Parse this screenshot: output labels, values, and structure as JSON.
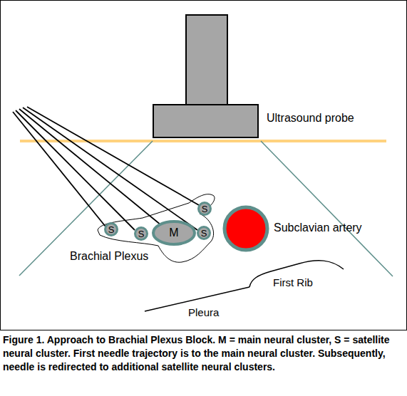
{
  "diagram": {
    "caption": "Figure 1. Approach to Brachial Plexus Block. M = main neural cluster, S = satellite neural cluster. First needle trajectory is to the main neural cluster. Subsequently, needle is redirected to additional satellite neural clusters.",
    "nodes": [
      {
        "text": [
          "Ultrasound probe"
        ]
      },
      {
        "text": [
          "Brachial Plexus"
        ]
      },
      {
        "text": [
          "S"
        ],
        "in": 1
      },
      {
        "text": [
          "S"
        ],
        "in": 1
      },
      {
        "text": [
          "S"
        ],
        "in": 1
      },
      {
        "text": [
          "M"
        ],
        "in": 1
      },
      {
        "text": [
          "S"
        ],
        "in": 1
      },
      {
        "text": [
          "Subclavian artery"
        ]
      }
    ],
    "labels": [
      "First Rib",
      "Pleura"
    ]
  }
}
